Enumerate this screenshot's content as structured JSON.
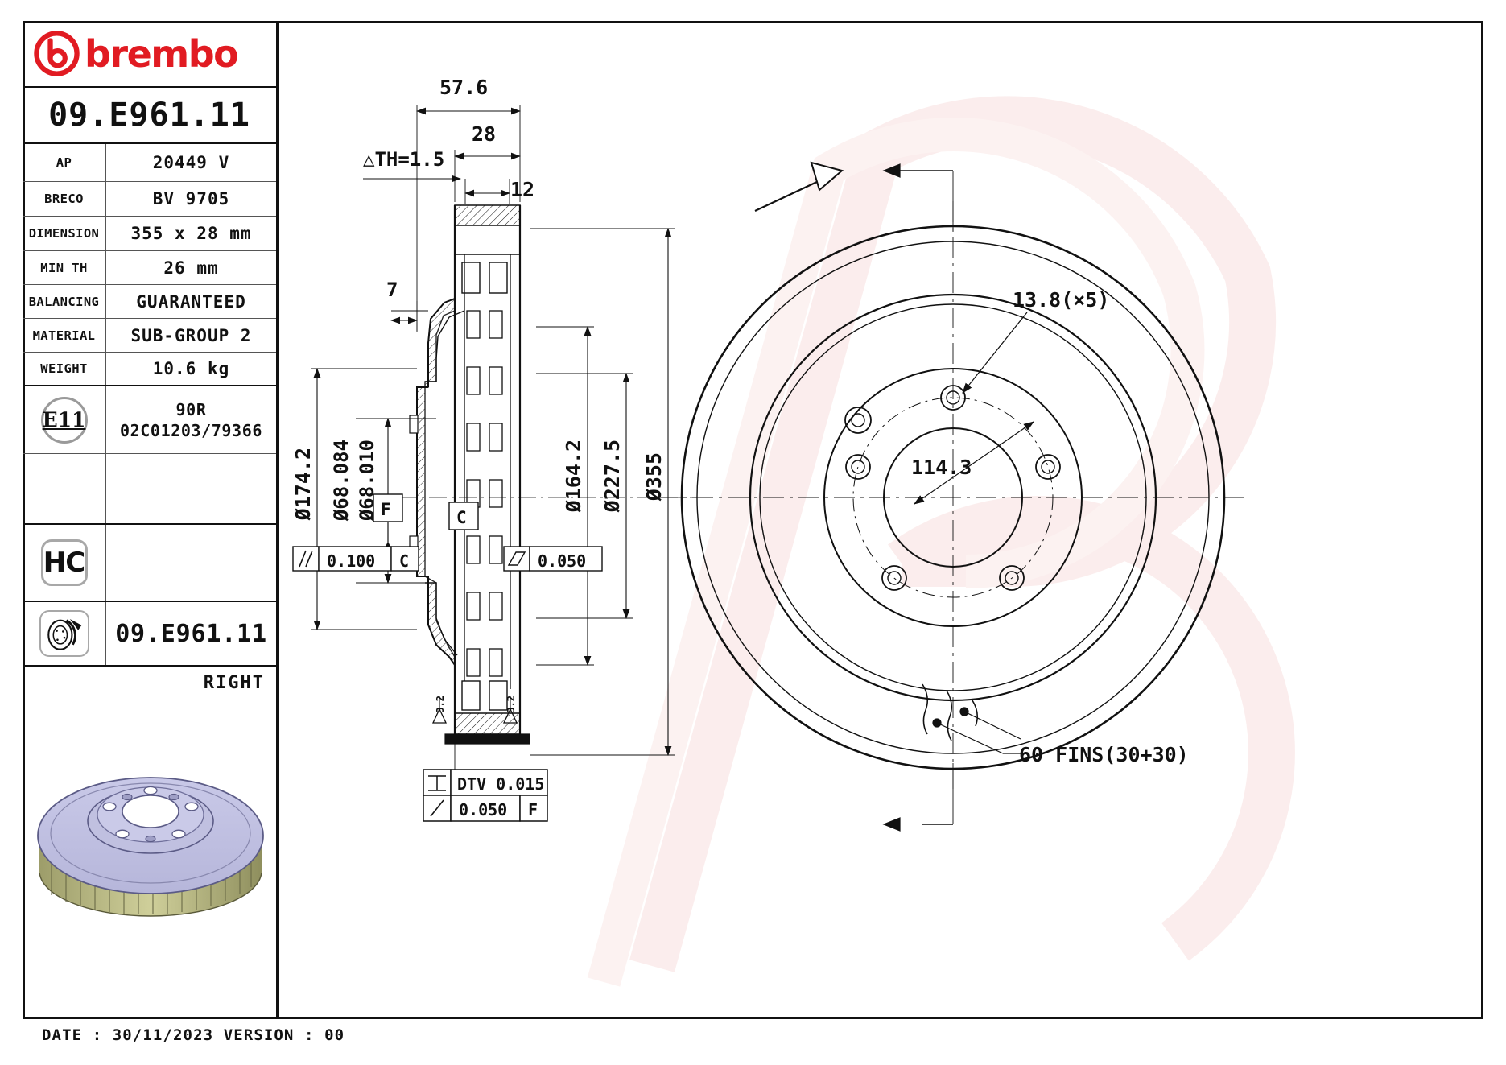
{
  "brand": {
    "name": "brembo",
    "logo_color": "#e11b22",
    "logo_icon": "brembo-b-logo"
  },
  "part_number": "09.E961.11",
  "spec_table": {
    "rows": [
      {
        "label": "AP",
        "value": "20449 V"
      },
      {
        "label": "BRECO",
        "value": "BV 9705"
      },
      {
        "label": "DIMENSION",
        "value": "355 x 28 mm"
      },
      {
        "label": "MIN TH",
        "value": "26 mm"
      },
      {
        "label": "BALANCING",
        "value": "GUARANTEED"
      },
      {
        "label": "MATERIAL",
        "value": "SUB-GROUP 2"
      },
      {
        "label": "WEIGHT",
        "value": "10.6 kg"
      }
    ]
  },
  "homologation": {
    "badge": "E11",
    "line1": "90R",
    "line2": "02C01203/79366"
  },
  "badges": {
    "hc": "HC",
    "disc_icon": "brake-disc-icon"
  },
  "disc_reference": "09.E961.11",
  "side": "RIGHT",
  "footer": {
    "date_label": "DATE :",
    "date_value": "30/11/2023",
    "version_label": "VERSION :",
    "version_value": "00",
    "full": "DATE : 30/11/2023 VERSION : 00"
  },
  "drawing": {
    "section_dimensions": {
      "overall_width": "57.6",
      "disc_thickness": "28",
      "hat_offset": "12",
      "th_variation": "△TH=1.5",
      "neck": "7",
      "hub_bore_od": "Ø174.2",
      "center_bore_max": "Ø68.084",
      "center_bore_min": "Ø68.010",
      "inner_diameter": "Ø164.2",
      "mid_diameter": "Ø227.5",
      "outer_diameter": "Ø355",
      "micro_left": "3.2",
      "micro_right": "3.2"
    },
    "gdt_frames": [
      {
        "symbol": "parallelism",
        "value": "0.100",
        "datum": "C"
      },
      {
        "symbol": "flatness",
        "value": "0.050",
        "datum": ""
      },
      {
        "symbol": "runout-dtv",
        "value": "DTV 0.015",
        "datum": ""
      },
      {
        "symbol": "profile",
        "value": "0.050",
        "datum": "F"
      }
    ],
    "datums": [
      "F",
      "C"
    ],
    "face_notes": {
      "bolt_hole": "13.8(×5)",
      "pcd": "114.3",
      "fins": "60 FINS(30+30)"
    }
  }
}
